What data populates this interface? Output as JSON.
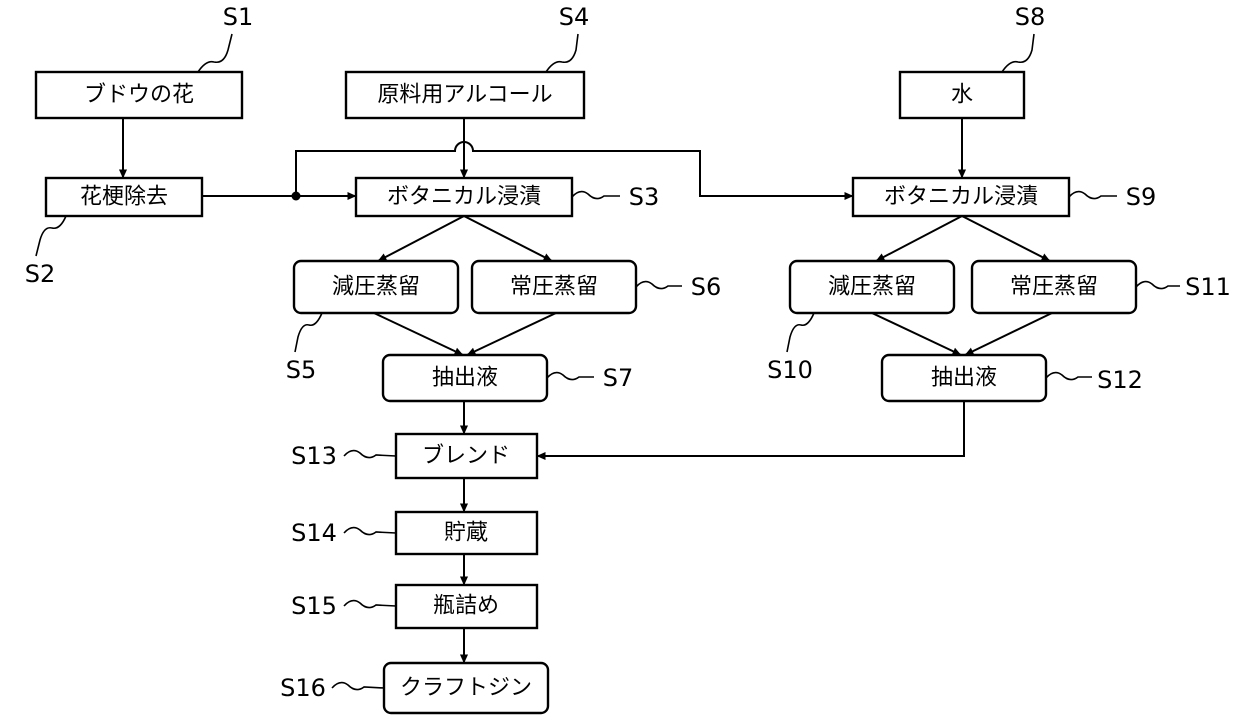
{
  "diagram": {
    "nodes": {
      "grape_flower": {
        "label": "ブドウの花",
        "step": "S1"
      },
      "stem_removal": {
        "label": "花梗除去",
        "step": "S2"
      },
      "botanical_soak_alcohol": {
        "label": "ボタニカル浸漬",
        "step": "S3"
      },
      "raw_alcohol": {
        "label": "原料用アルコール",
        "step": "S4"
      },
      "vacuum_distill_1": {
        "label": "減圧蒸留",
        "step": "S5"
      },
      "atmospheric_distill_1": {
        "label": "常圧蒸留",
        "step": "S6"
      },
      "extract_1": {
        "label": "抽出液",
        "step": "S7"
      },
      "water": {
        "label": "水",
        "step": "S8"
      },
      "botanical_soak_water": {
        "label": "ボタニカル浸漬",
        "step": "S9"
      },
      "vacuum_distill_2": {
        "label": "減圧蒸留",
        "step": "S10"
      },
      "atmospheric_distill_2": {
        "label": "常圧蒸留",
        "step": "S11"
      },
      "extract_2": {
        "label": "抽出液",
        "step": "S12"
      },
      "blend": {
        "label": "ブレンド",
        "step": "S13"
      },
      "storage": {
        "label": "貯蔵",
        "step": "S14"
      },
      "bottling": {
        "label": "瓶詰め",
        "step": "S15"
      },
      "craft_gin": {
        "label": "クラフトジン",
        "step": "S16"
      }
    },
    "edges": [
      {
        "from": "grape_flower",
        "to": "stem_removal"
      },
      {
        "from": "stem_removal",
        "to": "botanical_soak_alcohol"
      },
      {
        "from": "stem_removal",
        "to": "botanical_soak_water"
      },
      {
        "from": "raw_alcohol",
        "to": "botanical_soak_alcohol"
      },
      {
        "from": "water",
        "to": "botanical_soak_water"
      },
      {
        "from": "botanical_soak_alcohol",
        "to": "vacuum_distill_1"
      },
      {
        "from": "botanical_soak_alcohol",
        "to": "atmospheric_distill_1"
      },
      {
        "from": "vacuum_distill_1",
        "to": "extract_1"
      },
      {
        "from": "atmospheric_distill_1",
        "to": "extract_1"
      },
      {
        "from": "botanical_soak_water",
        "to": "vacuum_distill_2"
      },
      {
        "from": "botanical_soak_water",
        "to": "atmospheric_distill_2"
      },
      {
        "from": "vacuum_distill_2",
        "to": "extract_2"
      },
      {
        "from": "atmospheric_distill_2",
        "to": "extract_2"
      },
      {
        "from": "extract_1",
        "to": "blend"
      },
      {
        "from": "extract_2",
        "to": "blend"
      },
      {
        "from": "blend",
        "to": "storage"
      },
      {
        "from": "storage",
        "to": "bottling"
      },
      {
        "from": "bottling",
        "to": "craft_gin"
      }
    ]
  }
}
